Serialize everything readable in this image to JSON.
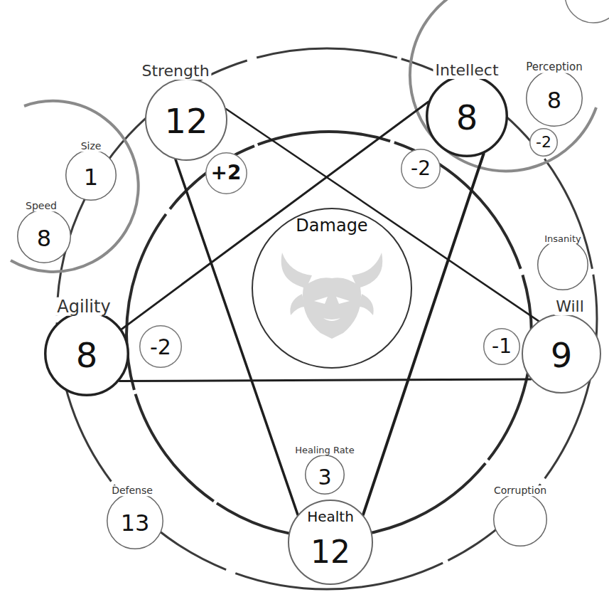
{
  "diagram": {
    "nodes": [
      {
        "text": [
          "Strength",
          "12"
        ]
      },
      {
        "text": [
          "+2"
        ]
      },
      {
        "text": [
          "Intellect",
          "8"
        ]
      },
      {
        "text": [
          "-2"
        ]
      },
      {
        "text": [
          "Perception",
          "8"
        ]
      },
      {
        "text": [
          "-2"
        ]
      },
      {
        "text": [
          "Size",
          "1"
        ]
      },
      {
        "text": [
          "Speed",
          "8"
        ]
      },
      {
        "text": [
          "Damage"
        ]
      },
      {
        "text": [
          "Insanity"
        ]
      },
      {
        "text": [
          "Agility",
          "8"
        ]
      },
      {
        "text": [
          "-2"
        ]
      },
      {
        "text": [
          "Will",
          "9"
        ]
      },
      {
        "text": [
          "-1"
        ]
      },
      {
        "text": [
          "Healing Rate",
          "3"
        ]
      },
      {
        "text": [
          "Health",
          "12"
        ]
      },
      {
        "text": [
          "Defense",
          "13"
        ]
      },
      {
        "text": [
          "Corruption"
        ]
      }
    ],
    "edges": [
      {
        "from": 0,
        "to": 12,
        "arrow": "none"
      },
      {
        "from": 0,
        "to": 15,
        "arrow": "none"
      },
      {
        "from": 2,
        "to": 10,
        "arrow": "none"
      },
      {
        "from": 2,
        "to": 15,
        "arrow": "none"
      },
      {
        "from": 10,
        "to": 12,
        "arrow": "none"
      }
    ]
  }
}
